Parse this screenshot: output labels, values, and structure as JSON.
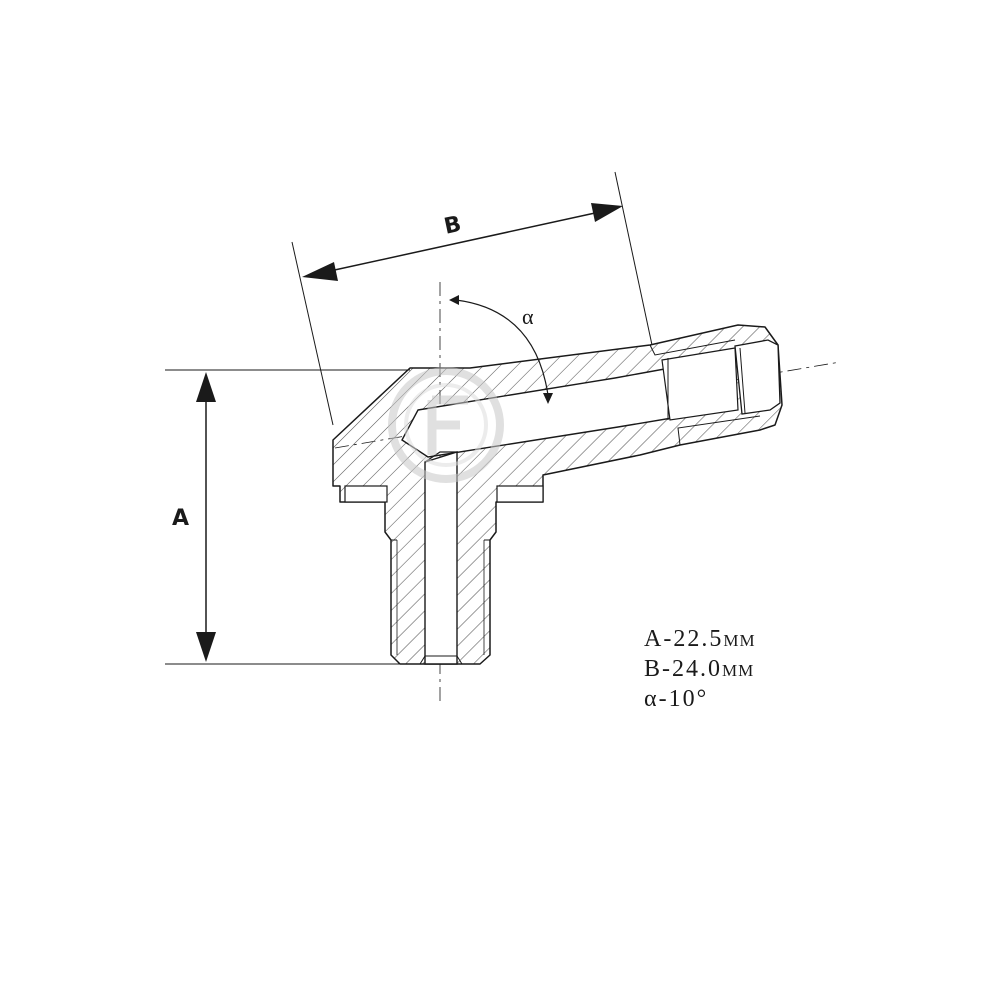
{
  "dimensions": {
    "a_label": "A",
    "b_label": "B",
    "angle_label": "α"
  },
  "specs": [
    {
      "name": "A",
      "sep": "-",
      "value": "22.5",
      "unit": "MM"
    },
    {
      "name": "B",
      "sep": "-",
      "value": "24.0",
      "unit": "MM"
    },
    {
      "name": "α",
      "sep": "-",
      "value": "10°",
      "unit": ""
    }
  ],
  "colors": {
    "line": "#1a1a1a",
    "hatch": "#555555",
    "watermark": "#c8c8c8"
  },
  "watermark_icon": "fitting-logo-watermark"
}
